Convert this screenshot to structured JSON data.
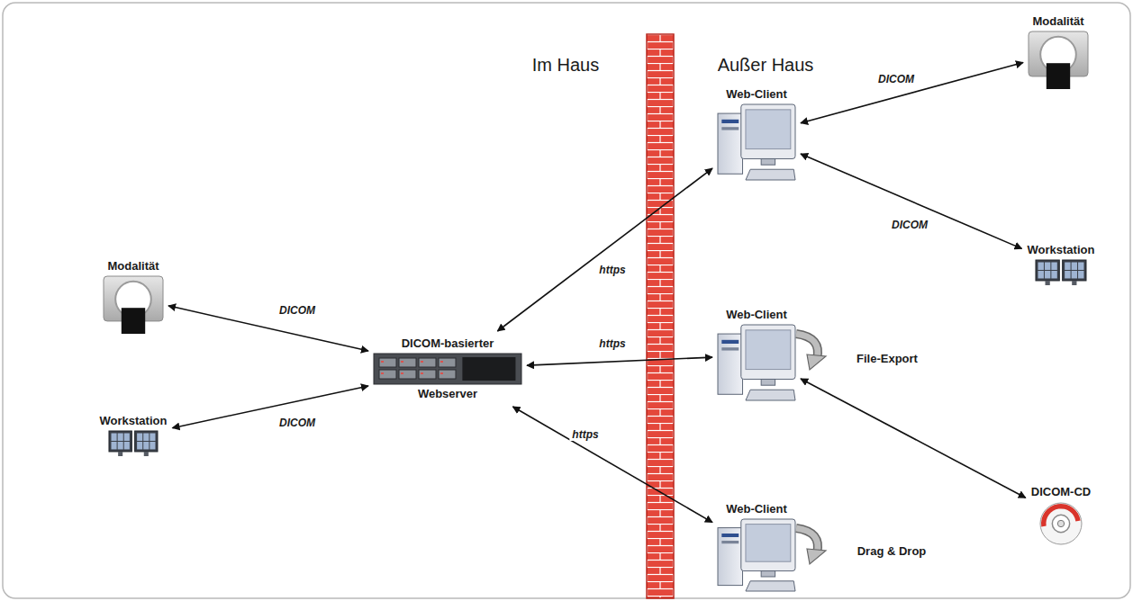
{
  "diagram": {
    "nodes": [
      {
        "text": [
          "Modalität"
        ]
      },
      {
        "text": [
          "Workstation"
        ]
      },
      {
        "text": [
          "DICOM-basierter",
          "Webserver"
        ]
      },
      {
        "text": [
          "Web-Client"
        ]
      },
      {
        "text": [
          "Modalität"
        ]
      },
      {
        "text": [
          "Workstation"
        ]
      },
      {
        "text": [
          "Web-Client"
        ]
      },
      {
        "text": [
          "DICOM-CD"
        ]
      },
      {
        "text": [
          "Web-Client"
        ]
      }
    ],
    "edges": [
      {
        "from": 0,
        "to": 2,
        "label": "DICOM",
        "arrow": "both"
      },
      {
        "from": 1,
        "to": 2,
        "label": "DICOM",
        "arrow": "both"
      },
      {
        "from": 2,
        "to": 3,
        "label": "https",
        "arrow": "both"
      },
      {
        "from": 2,
        "to": 6,
        "label": "https",
        "arrow": "both"
      },
      {
        "from": 2,
        "to": 8,
        "label": "https",
        "arrow": "both"
      },
      {
        "from": 3,
        "to": 4,
        "label": "DICOM",
        "arrow": "both"
      },
      {
        "from": 3,
        "to": 5,
        "label": "DICOM",
        "arrow": "both"
      },
      {
        "from": 6,
        "to": 7,
        "arrow": "both"
      }
    ],
    "labels": [
      "Im Haus",
      "Außer Haus",
      "File-Export",
      "Drag & Drop"
    ]
  }
}
